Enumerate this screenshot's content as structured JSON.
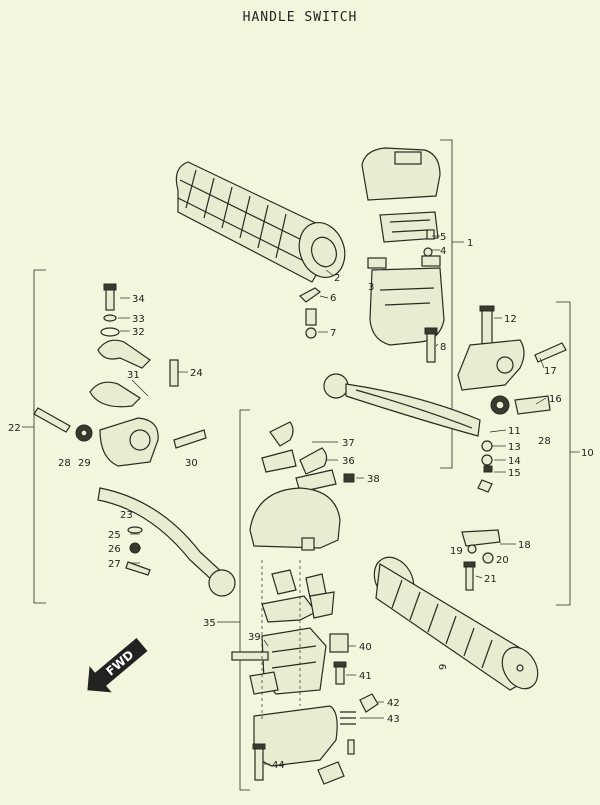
{
  "title": "HANDLE SWITCH",
  "fwd_label": "FWD",
  "callouts": {
    "1": "1",
    "2": "2",
    "3": "3",
    "4": "4",
    "5": "5",
    "6": "6",
    "7": "7",
    "8": "8",
    "9": "9",
    "10": "10",
    "11": "11",
    "12": "12",
    "13": "13",
    "14": "14",
    "15": "15",
    "16": "16",
    "17": "17",
    "18": "18",
    "19": "19",
    "20": "20",
    "21": "21",
    "22": "22",
    "23": "23",
    "24": "24",
    "25": "25",
    "26": "26",
    "27": "27",
    "28a": "28",
    "28b": "28",
    "29": "29",
    "30": "30",
    "31": "31",
    "32": "32",
    "33": "33",
    "34": "34",
    "35": "35",
    "36": "36",
    "37": "37",
    "38": "38",
    "39": "39",
    "40": "40",
    "41": "41",
    "42": "42",
    "43": "43",
    "44": "44"
  }
}
